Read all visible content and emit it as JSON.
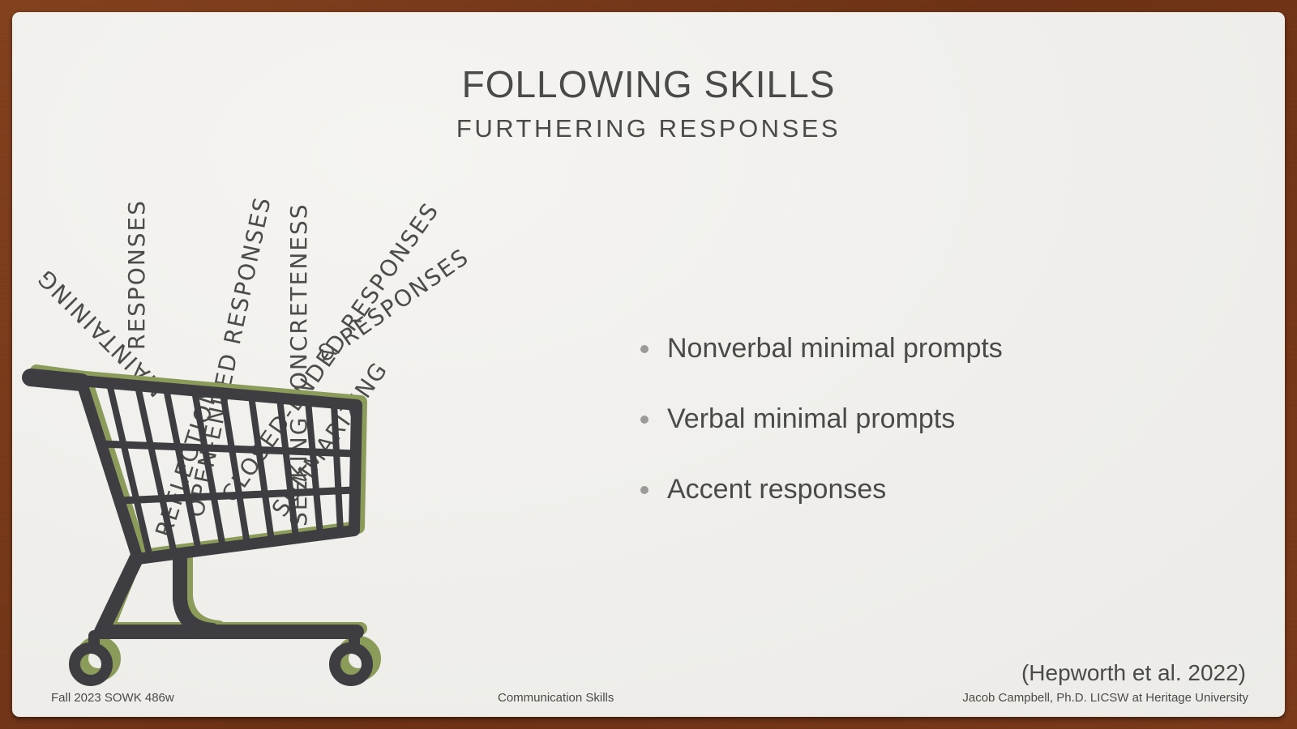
{
  "slide": {
    "title": "FOLLOWING SKILLS",
    "subtitle": "FURTHERING RESPONSES",
    "bullets": [
      "Nonverbal minimal prompts",
      "Verbal minimal prompts",
      "Accent responses"
    ],
    "citation": "(Hepworth et al. 2022)"
  },
  "footer": {
    "left": "Fall 2023 SOWK 486w",
    "center": "Communication Skills",
    "right": "Jacob Campbell, Ph.D. LICSW at Heritage University"
  },
  "illustration": {
    "icon": "shopping-cart-icon",
    "words": [
      "MAINTAINING",
      "RESPONSES",
      "REFLECTION",
      "&",
      "CLOSED-",
      "OPEN-ENDED RESPONSES",
      "CLOSED-ENDED RESPONSES",
      "SEEKING CONCRETENESS",
      "SUMMARIZING",
      "& RESPONSES"
    ]
  },
  "colors": {
    "border": "#7a3a1a",
    "card": "#f1f0ed",
    "text": "#4a4a48",
    "cart_dark": "#3e3d42",
    "cart_green": "#8a9b5a"
  }
}
